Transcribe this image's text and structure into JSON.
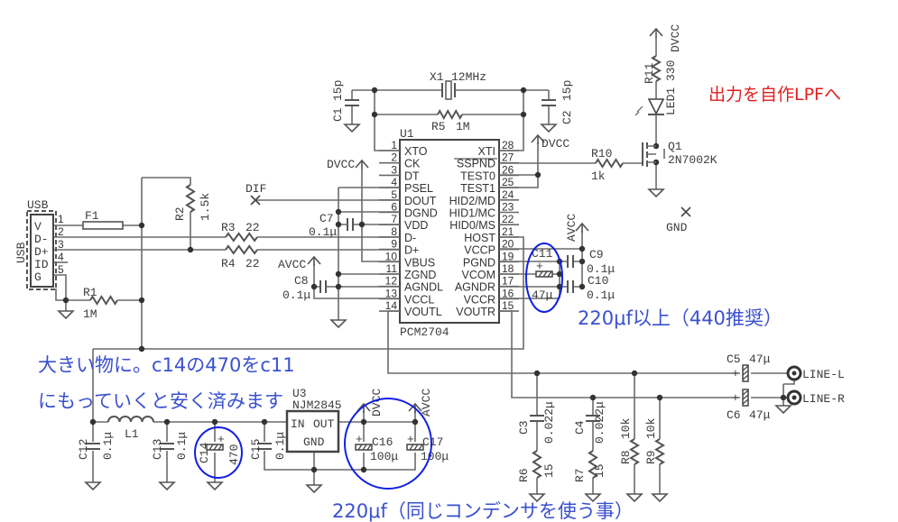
{
  "usb": {
    "title": "USB",
    "side_label": "USB",
    "pins": [
      "V",
      "D-",
      "D+",
      "ID",
      "G"
    ],
    "pin_numbers": [
      "1",
      "2",
      "3",
      "4",
      "5"
    ]
  },
  "u1": {
    "ref": "U1",
    "name": "PCM2704",
    "left_pins": [
      {
        "n": "1",
        "name": "XTO"
      },
      {
        "n": "2",
        "name": "CK"
      },
      {
        "n": "3",
        "name": "DT"
      },
      {
        "n": "4",
        "name": "PSEL"
      },
      {
        "n": "5",
        "name": "DOUT"
      },
      {
        "n": "6",
        "name": "DGND"
      },
      {
        "n": "7",
        "name": "VDD"
      },
      {
        "n": "8",
        "name": "D-"
      },
      {
        "n": "9",
        "name": "D+"
      },
      {
        "n": "10",
        "name": "VBUS"
      },
      {
        "n": "11",
        "name": "ZGND"
      },
      {
        "n": "12",
        "name": "AGNDL"
      },
      {
        "n": "13",
        "name": "VCCL"
      },
      {
        "n": "14",
        "name": "VOUTL"
      }
    ],
    "right_pins": [
      {
        "n": "28",
        "name": "XTI"
      },
      {
        "n": "27",
        "name": "SSPND"
      },
      {
        "n": "26",
        "name": "TEST0"
      },
      {
        "n": "25",
        "name": "TEST1"
      },
      {
        "n": "24",
        "name": "HID2/MD"
      },
      {
        "n": "23",
        "name": "HID1/MC"
      },
      {
        "n": "22",
        "name": "HID0/MS"
      },
      {
        "n": "21",
        "name": "HOST"
      },
      {
        "n": "20",
        "name": "VCCP"
      },
      {
        "n": "19",
        "name": "PGND"
      },
      {
        "n": "18",
        "name": "VCOM"
      },
      {
        "n": "17",
        "name": "AGNDR"
      },
      {
        "n": "16",
        "name": "VCCR"
      },
      {
        "n": "15",
        "name": "VOUTR"
      }
    ]
  },
  "u3": {
    "ref": "U3",
    "name": "NJM2845",
    "in": "IN",
    "out": "OUT",
    "gnd": "GND"
  },
  "parts": {
    "F1": "F1",
    "R1": "R1",
    "R1_val": "1M",
    "R2": "R2",
    "R2_val": "1.5k",
    "R3": "R3",
    "R3_val": "22",
    "R4": "R4",
    "R4_val": "22",
    "R5": "R5",
    "R5_val": "1M",
    "R6": "R6",
    "R6_val": "15",
    "R7": "R7",
    "R7_val": "15",
    "R8": "R8",
    "R8_val": "10k",
    "R9": "R9",
    "R9_val": "10k",
    "R10": "R10",
    "R10_val": "1k",
    "R11": "R11",
    "R11_val": "330",
    "C1": "C1",
    "C1_val": "15p",
    "C2": "C2",
    "C2_val": "15p",
    "X1": "X1",
    "X1_val": "12MHz",
    "C3": "C3",
    "C3_val": "0.022μ",
    "C4": "C4",
    "C4_val": "0.022μ",
    "C5": "C5",
    "C5_val": "47μ",
    "C6": "C6",
    "C6_val": "47μ",
    "C7": "C7",
    "C7_val": "0.1μ",
    "C8": "C8",
    "C8_val": "0.1μ",
    "C9": "C9",
    "C9_val": "0.1μ",
    "C10": "C10",
    "C10_val": "0.1μ",
    "C11": "C11",
    "C11_val": "47μ",
    "C12": "C12",
    "C12_val": "0.1μ",
    "C13": "C13",
    "C13_val": "0.1μ",
    "C14": "C14",
    "C14_val": "470",
    "C15": "C15",
    "C15_val": "0.1μ",
    "C16": "C16",
    "C16_val": "100μ",
    "C17": "C17",
    "C17_val": "100μ",
    "L1": "L1",
    "LED1": "LED1",
    "Q1": "Q1",
    "Q1_val": "2N7002K"
  },
  "nets": {
    "dvcc": "DVCC",
    "avcc": "AVCC",
    "gnd": "GND",
    "dif": "DIF",
    "line_l": "LINE-L",
    "line_r": "LINE-R"
  },
  "notes": {
    "output_lpf": "出力を自作LPFへ",
    "c11_note": "220μf以上（440推奨）",
    "c14_note_1": "大きい物に。c14の470をc11",
    "c14_note_2": "にもっていくと安く済みます",
    "c16_note": "220μf（同じコンデンサを使う事）"
  },
  "colors": {
    "wire": "#6a6a6a",
    "note_blue": "#3a50d0",
    "note_red": "#e02020",
    "circle": "#1020e0"
  }
}
